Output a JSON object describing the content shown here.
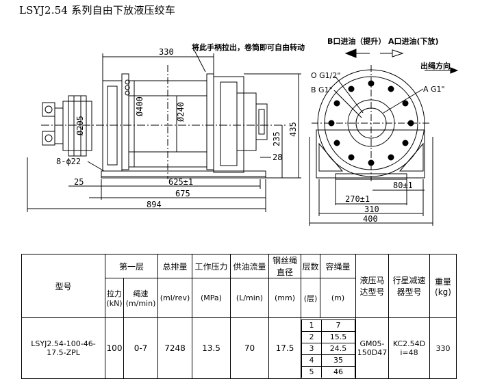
{
  "title": "LSYJ2.54 系列自由下放液压绞车",
  "drawing": {
    "note_release": "将此手柄拉出，卷筒即可自由转动",
    "port_b": "B口进油（提升）",
    "port_a": "A口进油(下放)",
    "rope_direction": "出绳方向",
    "port_o_label": "O G1/2\"",
    "port_b_label": "B G1\"",
    "port_a_label": "A G1\"",
    "dims": {
      "d330": "330",
      "d400": "Ø400",
      "d240": "Ø240",
      "d205": "Ø205",
      "holes": "8-ϕ22",
      "d25": "25",
      "d625": "625±1",
      "d675": "675",
      "d894": "894",
      "d235": "235",
      "d435": "435",
      "d28": "28",
      "d80": "80±1",
      "d270": "270±1",
      "d310": "310",
      "d400w": "400"
    }
  },
  "table": {
    "headers": {
      "model": "型号",
      "layer1": "第一层",
      "displacement": "总排量",
      "pressure": "工作压力",
      "flow": "供油流量",
      "rope_dia": "钢丝绳直径",
      "layers": "层数",
      "capacity": "容绳量",
      "motor": "液压马达型号",
      "gearbox": "行星减速器型号",
      "weight": "重量"
    },
    "subheaders": {
      "pull": "拉力",
      "pull_unit": "(kN)",
      "speed": "绳速",
      "speed_unit": "(m/min)",
      "disp_unit": "(ml/rev)",
      "pres_unit": "(MPa)",
      "flow_unit": "(L/min)",
      "rope_unit": "(mm)",
      "layer_unit": "(层)",
      "cap_unit": "(m)",
      "weight_unit": "(kg)"
    },
    "row": {
      "model": "LSYJ2.54-100-46-17.5-ZPL",
      "pull": "100",
      "speed": "0-7",
      "displacement": "7248",
      "pressure": "13.5",
      "flow": "70",
      "rope_dia": "17.5",
      "layers": [
        "1",
        "2",
        "3",
        "4",
        "5"
      ],
      "capacity": [
        "7",
        "15.5",
        "24.5",
        "35",
        "46"
      ],
      "motor": "GM05-150D47",
      "gearbox": "KC2.54D i=48",
      "weight": "330"
    }
  }
}
